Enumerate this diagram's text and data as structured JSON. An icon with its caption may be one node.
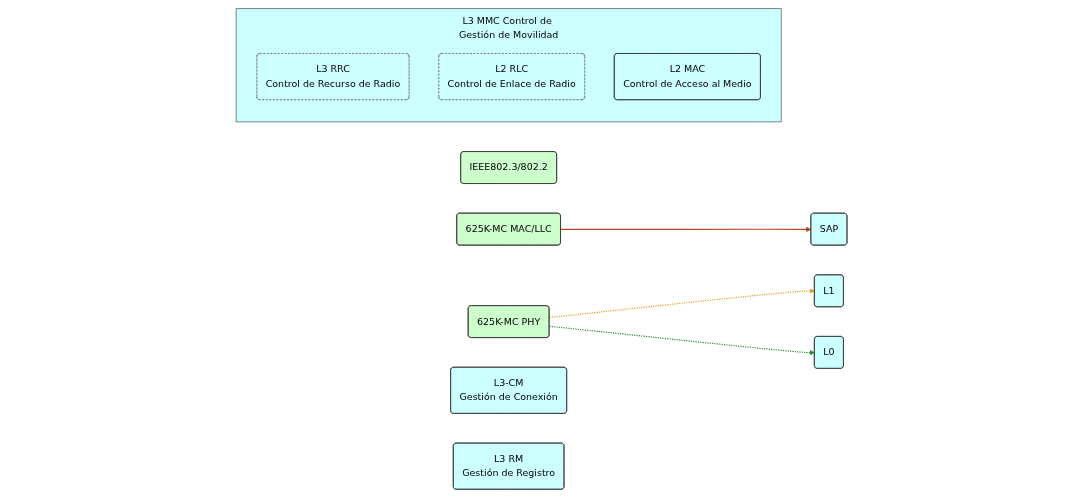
{
  "diagram": {
    "nodes": [
      {
        "text": [
          "IEEE802.3/802.2"
        ]
      },
      {
        "text": [
          "625K-MC MAC/LLC"
        ]
      },
      {
        "text": [
          "625K-MC PHY"
        ]
      },
      {
        "text": [
          "SAP"
        ]
      },
      {
        "text": [
          "L3-CM",
          "Gestión de Conexión"
        ]
      },
      {
        "text": [
          "L3 RM",
          "Gestión de Registro"
        ]
      },
      {
        "text": [
          "L3 MMC Control de Gestión de Movilidad"
        ]
      },
      {
        "text": [
          "L3 RRC",
          "Control de Recurso de Radio"
        ],
        "in": 6
      },
      {
        "text": [
          "L2 RLC",
          "Control de Enlace de Radio"
        ],
        "in": 6
      },
      {
        "text": [
          "L2 MAC",
          "Control de Acceso al Medio"
        ],
        "in": 6
      },
      {
        "text": [
          "L1"
        ]
      },
      {
        "text": [
          "L0"
        ]
      }
    ],
    "edges": [
      {
        "from": 1,
        "to": 3,
        "arrow": "to",
        "color": "#b5451b"
      },
      {
        "from": 2,
        "to": 10,
        "arrow": "to",
        "style": "dashed",
        "color": "#e0a020"
      },
      {
        "from": 2,
        "to": 11,
        "arrow": "to",
        "style": "dashed",
        "color": "#2e8b2e"
      }
    ]
  }
}
